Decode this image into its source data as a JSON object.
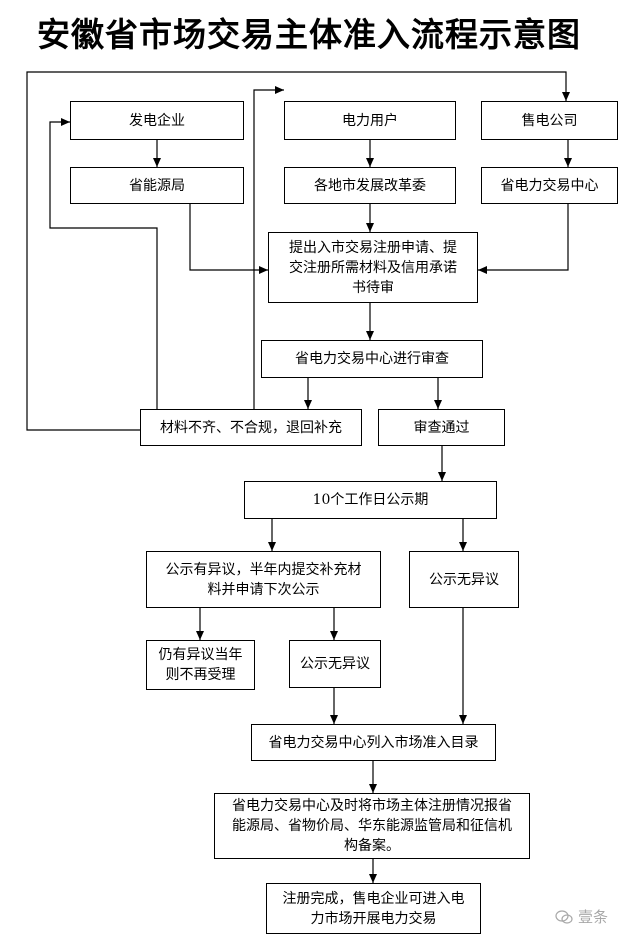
{
  "title": "安徽省市场交易主体准入流程示意图",
  "nodes": {
    "power_gen": "发电企业",
    "power_user": "电力用户",
    "retailer": "售电公司",
    "energy_bureau": "省能源局",
    "ndrc_local": "各地市发展改革委",
    "trading_center_left": "省电力交易中心",
    "submit_line1": "提出入市交易注册申请、提",
    "submit_line2": "交注册所需材料及信用承诺",
    "submit_line3": "书待审",
    "review": "省电力交易中心进行审查",
    "incomplete": "材料不齐、不合规，退回补充",
    "approved": "审查通过",
    "publicity": "10个工作日公示期",
    "objection_line1": "公示有异议，半年内提交补充材",
    "objection_line2": "料并申请下次公示",
    "no_objection_right": "公示无异议",
    "still_objection_line1": "仍有异议当年",
    "still_objection_line2": "则不再受理",
    "no_objection_mid": "公示无异议",
    "catalog": "省电力交易中心列入市场准入目录",
    "report_line1": "省电力交易中心及时将市场主体注册情况报省",
    "report_line2": "能源局、省物价局、华东能源监管局和征信机",
    "report_line3": "构备案。",
    "final_line1": "注册完成，售电企业可进入电",
    "final_line2": "力市场开展电力交易"
  },
  "watermark": "壹条",
  "colors": {
    "line": "#000000",
    "watermark": "#a8a8a8"
  }
}
